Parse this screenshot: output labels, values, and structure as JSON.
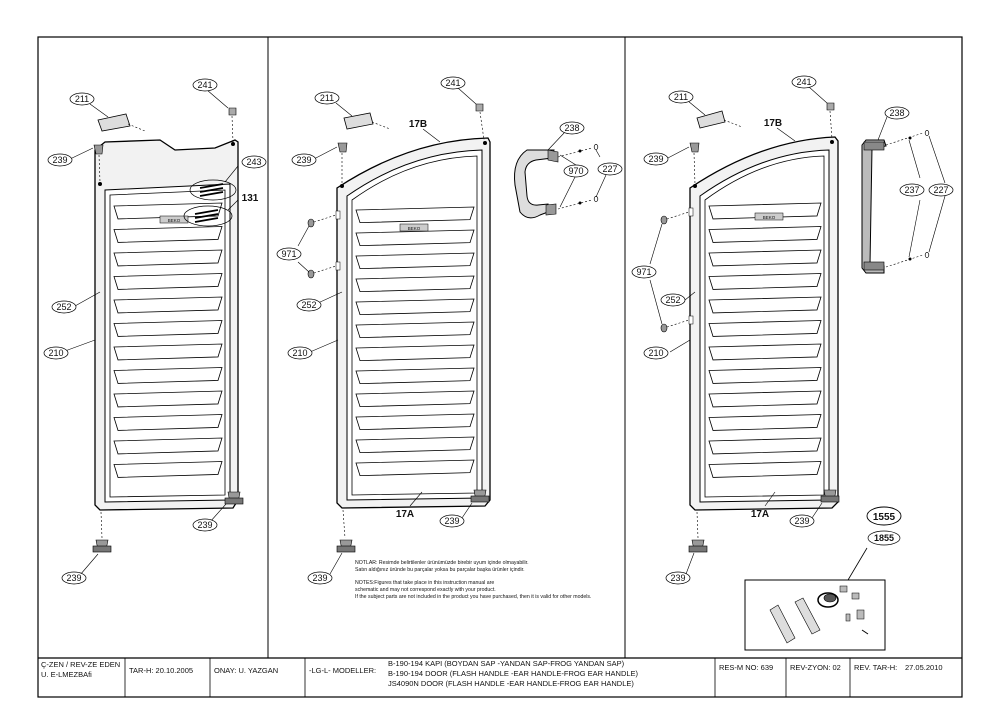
{
  "panels": {
    "left": {
      "labels": [
        "211",
        "241",
        "239",
        "243",
        "131",
        "252",
        "210",
        "239",
        "239"
      ]
    },
    "middle": {
      "labels": [
        "211",
        "241",
        "17B",
        "239",
        "238",
        "970",
        "227",
        "971",
        "252",
        "210",
        "17A",
        "239",
        "239"
      ]
    },
    "right": {
      "labels": [
        "211",
        "241",
        "17B",
        "238",
        "239",
        "237",
        "227",
        "971",
        "252",
        "210",
        "17A",
        "239",
        "239",
        "1555",
        "1855"
      ]
    }
  },
  "door_badge": "BEKO",
  "notes": {
    "tr_line1": "NOTLAR: Resimde belirtilenler ürünümüzde birebir  uyum içinde olmayabilir.",
    "tr_line2": "Satın aldığınız üründe bu parçalar yoksa bu parçalar başka ürünler içindir.",
    "en_line1": "NOTES:Figures that take place in this instruction manual are",
    "en_line2": "schematic  and may not correspond exactly with your product.",
    "en_line3": "If the subject parts are not included in the product you have purchased, then it is valid for other models."
  },
  "title_block": {
    "drawn_by_label": "Ç-ZEN / REV-ZE EDEN",
    "drawn_by_name": "U. E-LMEZBAfi",
    "date_label": "TAR-H: 20.10.2005",
    "approved": "ONAY: U. YAZGAN",
    "models_label": "-LG-L- MODELLER:",
    "models": [
      "B-190-194 KAPI (BOYDAN SAP -YANDAN SAP-FROG YANDAN SAP)",
      "B-190-194 DOOR (FLASH HANDLE -EAR HANDLE-FROG EAR HANDLE)",
      "JS4090N DOOR (FLASH HANDLE -EAR HANDLE-FROG EAR HANDLE)"
    ],
    "res_no": "RES-M NO: 639",
    "revision": "REV-ZYON: 02",
    "rev_date_label": "REV. TAR-H:",
    "rev_date": "27.05.2010"
  }
}
